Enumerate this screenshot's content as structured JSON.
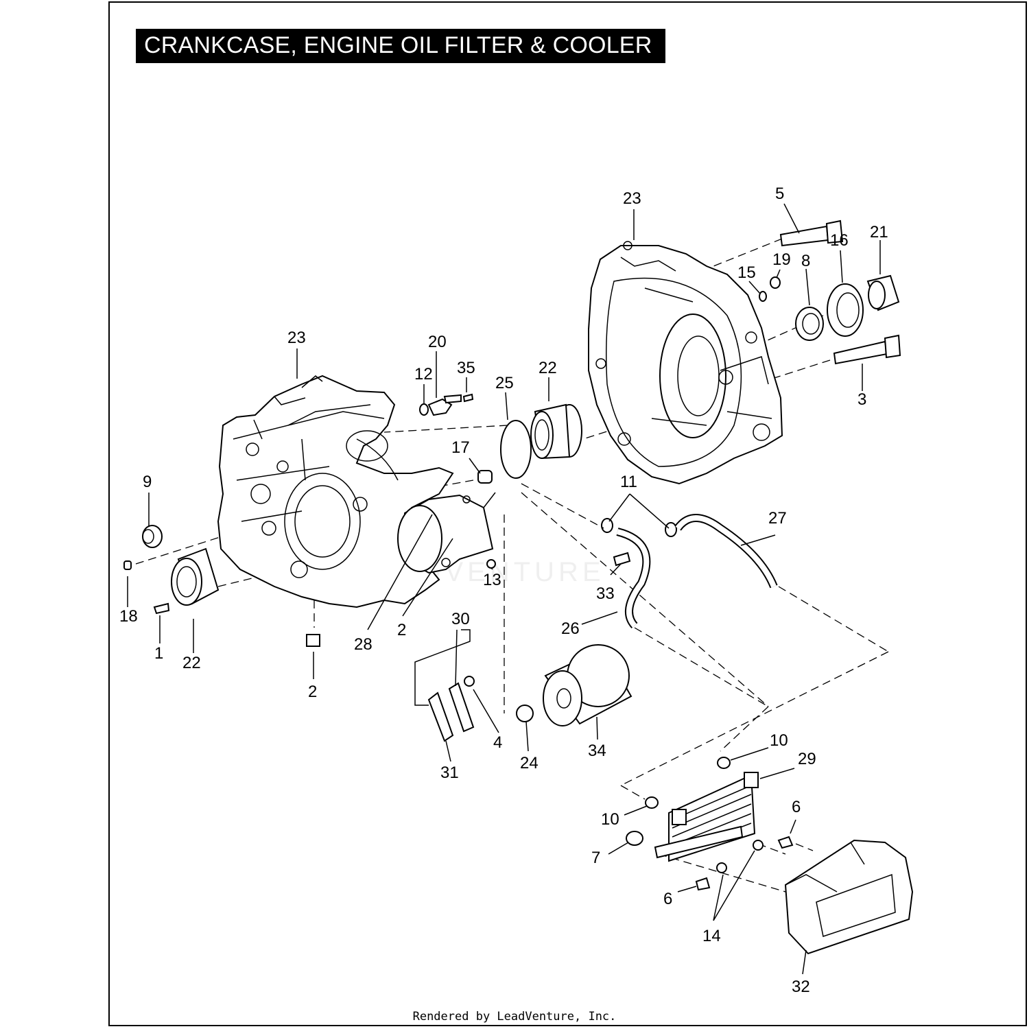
{
  "title": "CRANKCASE, ENGINE OIL FILTER & COOLER",
  "footer": "Rendered by LeadVenture, Inc.",
  "watermark": "LEADVENTURE",
  "callouts": {
    "c1": "1",
    "c2a": "2",
    "c2b": "2",
    "c3": "3",
    "c4": "4",
    "c5": "5",
    "c6a": "6",
    "c6b": "6",
    "c7": "7",
    "c8": "8",
    "c9": "9",
    "c10a": "10",
    "c10b": "10",
    "c11": "11",
    "c12": "12",
    "c13": "13",
    "c14": "14",
    "c15": "15",
    "c16": "16",
    "c17": "17",
    "c18": "18",
    "c19": "19",
    "c20": "20",
    "c21": "21",
    "c22a": "22",
    "c22b": "22",
    "c23a": "23",
    "c23b": "23",
    "c24": "24",
    "c25": "25",
    "c26": "26",
    "c27": "27",
    "c28": "28",
    "c29": "29",
    "c30": "30",
    "c31": "31",
    "c32": "32",
    "c33": "33",
    "c34": "34",
    "c35": "35"
  }
}
